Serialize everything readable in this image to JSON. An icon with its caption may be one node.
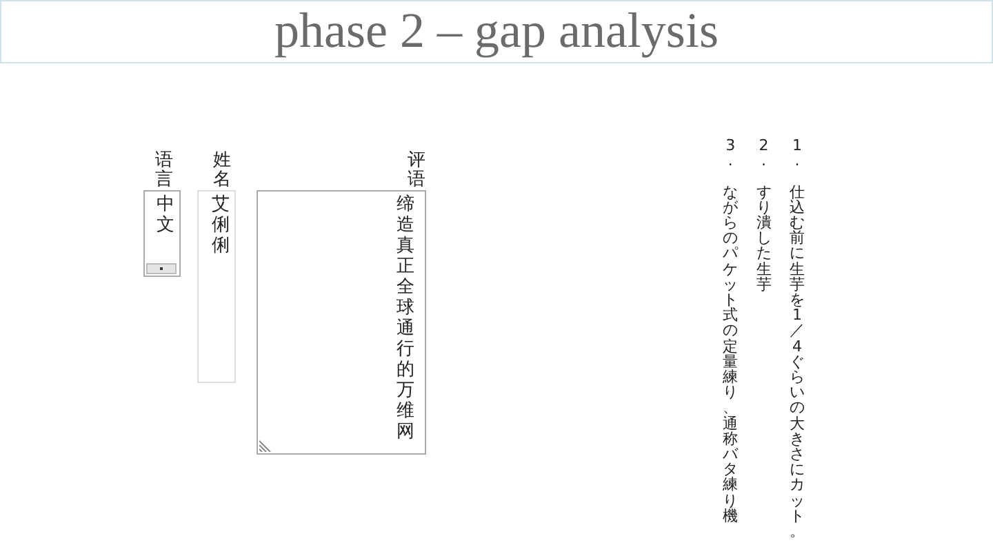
{
  "diagram": {
    "title": "phase 2 – gap analysis",
    "nodes": [
      {
        "text": [
          "语言",
          "中文"
        ]
      },
      {
        "text": [
          "姓名",
          "艾俐俐"
        ]
      },
      {
        "text": [
          "评语",
          "缔造真正全球通行的万维网"
        ]
      }
    ],
    "labels": [
      "1. 仕込む前に生芋を1／4ぐらいの大きさにカット。",
      "2. すり潰した生芋",
      "3. ながらのパケット式の定量練り、通称バタ練り機"
    ]
  }
}
